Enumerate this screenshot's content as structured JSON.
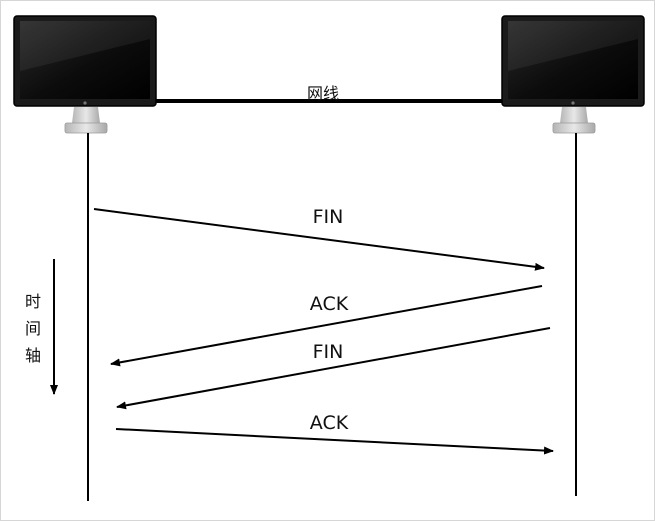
{
  "cable_label": "网线",
  "time_axis_label": [
    "时",
    "间",
    "轴"
  ],
  "messages": [
    {
      "label": "FIN",
      "direction": "left-to-right"
    },
    {
      "label": "ACK",
      "direction": "right-to-left"
    },
    {
      "label": "FIN",
      "direction": "right-to-left"
    },
    {
      "label": "ACK",
      "direction": "left-to-right"
    }
  ],
  "colors": {
    "line": "#000000",
    "monitor_bezel": "#1b1b1b",
    "monitor_screen": "#0b0b0b",
    "stand": "#c9c9c9"
  }
}
